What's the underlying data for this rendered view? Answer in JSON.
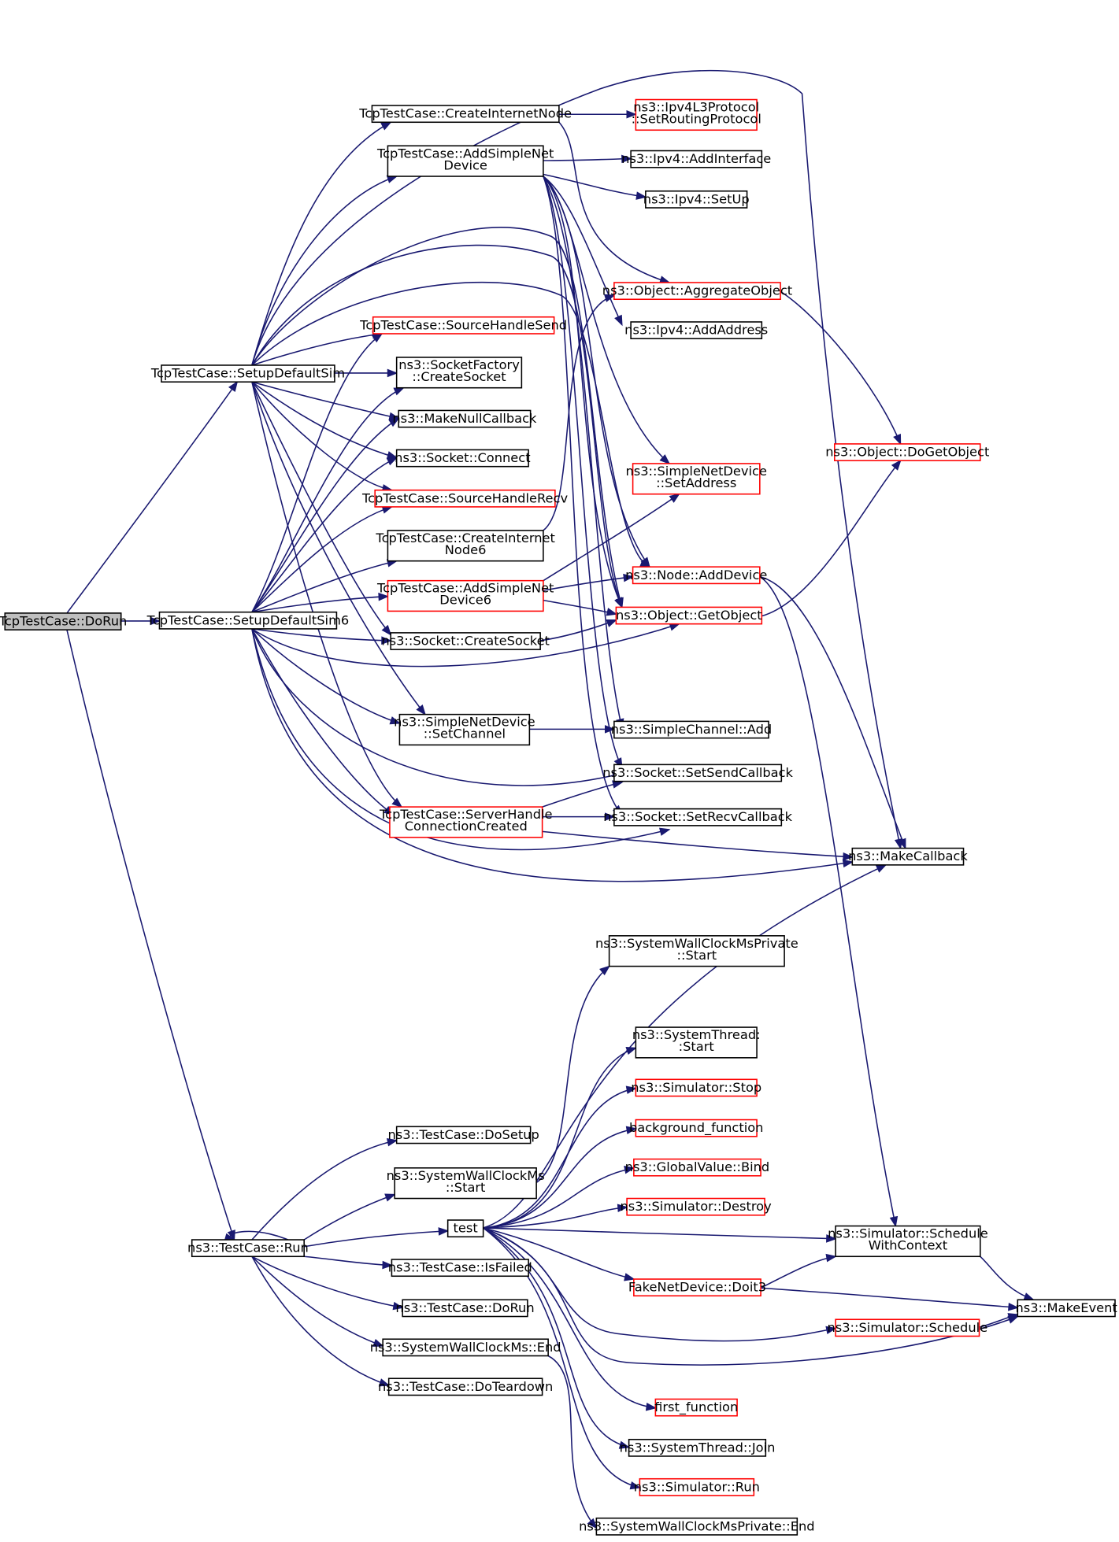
{
  "nodes": {
    "doRun": [
      "TcpTestCase::DoRun"
    ],
    "setupDefaultSim": [
      "TcpTestCase::SetupDefaultSim"
    ],
    "setupDefaultSim6": [
      "TcpTestCase::SetupDefaultSim6"
    ],
    "testCaseRun": [
      "ns3::TestCase::Run"
    ],
    "createInternetNode": [
      "TcpTestCase::CreateInternetNode"
    ],
    "ipv4l3SetRouting": [
      "ns3::Ipv4L3Protocol",
      "::SetRoutingProtocol"
    ],
    "addSimpleNetDevice": [
      "TcpTestCase::AddSimpleNet",
      "Device"
    ],
    "ipv4AddInterface": [
      "ns3::Ipv4::AddInterface"
    ],
    "ipv4SetUp": [
      "ns3::Ipv4::SetUp"
    ],
    "objectAggregate": [
      "ns3::Object::AggregateObject"
    ],
    "ipv4AddAddress": [
      "ns3::Ipv4::AddAddress"
    ],
    "sourceHandleSend": [
      "TcpTestCase::SourceHandleSend"
    ],
    "socketFactoryCreate": [
      "ns3::SocketFactory",
      "::CreateSocket"
    ],
    "makeNullCallback": [
      "ns3::MakeNullCallback"
    ],
    "socketConnect": [
      "ns3::Socket::Connect"
    ],
    "sourceHandleRecv": [
      "TcpTestCase::SourceHandleRecv"
    ],
    "objectDoGetObject": [
      "ns3::Object::DoGetObject"
    ],
    "simpleNetSetAddress": [
      "ns3::SimpleNetDevice",
      "::SetAddress"
    ],
    "createInternetNode6": [
      "TcpTestCase::CreateInternet",
      "Node6"
    ],
    "nodeAddDevice": [
      "ns3::Node::AddDevice"
    ],
    "addSimpleNetDevice6": [
      "TcpTestCase::AddSimpleNet",
      "Device6"
    ],
    "objectGetObject": [
      "ns3::Object::GetObject"
    ],
    "socketCreateSocket": [
      "ns3::Socket::CreateSocket"
    ],
    "simpleNetSetChannel": [
      "ns3::SimpleNetDevice",
      "::SetChannel"
    ],
    "simpleChannelAdd": [
      "ns3::SimpleChannel::Add"
    ],
    "socketSetSendCallback": [
      "ns3::Socket::SetSendCallback"
    ],
    "serverHandleConn": [
      "TcpTestCase::ServerHandle",
      "ConnectionCreated"
    ],
    "socketSetRecvCallback": [
      "ns3::Socket::SetRecvCallback"
    ],
    "makeCallback": [
      "ns3::MakeCallback"
    ],
    "wallClockPrivStart": [
      "ns3::SystemWallClockMsPrivate",
      "::Start"
    ],
    "systemThreadStart": [
      "ns3::SystemThread:",
      ":Start"
    ],
    "simulatorStop": [
      "ns3::Simulator::Stop"
    ],
    "backgroundFunction": [
      "background_function"
    ],
    "globalValueBind": [
      "ns3::GlobalValue::Bind"
    ],
    "testCaseDoSetup": [
      "ns3::TestCase::DoSetup"
    ],
    "wallClockStart": [
      "ns3::SystemWallClockMs",
      "::Start"
    ],
    "simulatorDestroy": [
      "ns3::Simulator::Destroy"
    ],
    "test": [
      "test"
    ],
    "scheduleWithContext": [
      "ns3::Simulator::Schedule",
      "WithContext"
    ],
    "testCaseIsFailed": [
      "ns3::TestCase::IsFailed"
    ],
    "fakeNetDeviceDoit3": [
      "FakeNetDevice::Doit3"
    ],
    "testCaseDoRun": [
      "ns3::TestCase::DoRun"
    ],
    "makeEvent": [
      "ns3::MakeEvent"
    ],
    "simulatorSchedule": [
      "ns3::Simulator::Schedule"
    ],
    "wallClockEnd": [
      "ns3::SystemWallClockMs::End"
    ],
    "testCaseDoTeardown": [
      "ns3::TestCase::DoTeardown"
    ],
    "firstFunction": [
      "first_function"
    ],
    "systemThreadJoin": [
      "ns3::SystemThread::Join"
    ],
    "simulatorRun": [
      "ns3::Simulator::Run"
    ],
    "wallClockPrivEnd": [
      "ns3::SystemWallClockMsPrivate::End"
    ]
  },
  "colors": {
    "edge": "#191970",
    "border": "#000000",
    "border_incomplete": "#ff0000",
    "root_fill": "#bfbfbf"
  }
}
